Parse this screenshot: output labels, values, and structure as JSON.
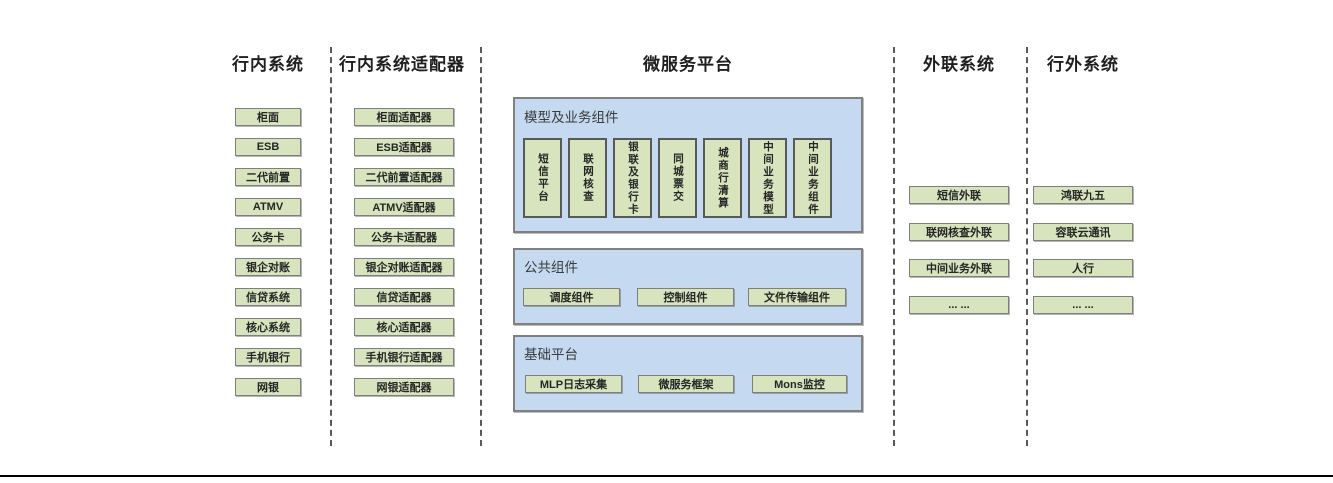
{
  "diagram": {
    "headers": {
      "inbank": "行内系统",
      "adapters": "行内系统适配器",
      "platform": "微服务平台",
      "external_link": "外联系统",
      "outbank": "行外系统"
    },
    "inbank_items": [
      "柜面",
      "ESB",
      "二代前置",
      "ATMV",
      "公务卡",
      "银企对账",
      "信贷系统",
      "核心系统",
      "手机银行",
      "网银"
    ],
    "adapter_items": [
      "柜面适配器",
      "ESB适配器",
      "二代前置适配器",
      "ATMV适配器",
      "公务卡适配器",
      "银企对账适配器",
      "信贷适配器",
      "核心适配器",
      "手机银行适配器",
      "网银适配器"
    ],
    "platform_groups": {
      "model_business": {
        "label": "模型及业务组件",
        "items": [
          "短信平台",
          "联网核查",
          "银联及银行卡",
          "同城票交",
          "城商行清算",
          "中间业务模型",
          "中间业务组件"
        ]
      },
      "common": {
        "label": "公共组件",
        "items": [
          "调度组件",
          "控制组件",
          "文件传输组件"
        ]
      },
      "base": {
        "label": "基础平台",
        "items": [
          "MLP日志采集",
          "微服务框架",
          "Mons监控"
        ]
      }
    },
    "external_link_items": [
      "短信外联",
      "联网核查外联",
      "中间业务外联",
      "... ..."
    ],
    "outbank_items": [
      "鸿联九五",
      "容联云通讯",
      "人行",
      "... ..."
    ],
    "colors": {
      "node_fill": "#d7e4bd",
      "node_border": "#7f7f7f",
      "group_fill": "#c5d9f1",
      "group_border": "#808080",
      "divider": "#595959",
      "bottom_rule": "#000000"
    }
  }
}
